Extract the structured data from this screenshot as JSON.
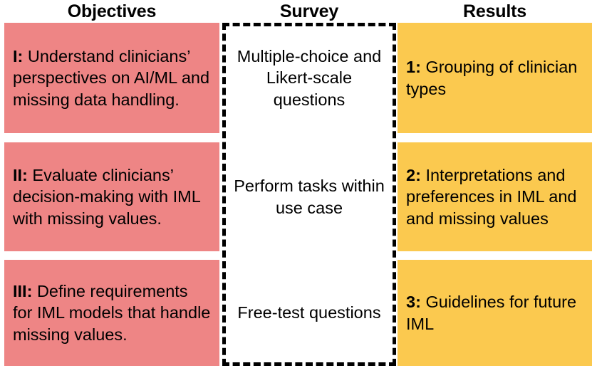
{
  "headers": {
    "objectives": "Objectives",
    "survey": "Survey",
    "results": "Results"
  },
  "colors": {
    "objectives_fill": "#EE8585",
    "results_fill": "#FBC94F",
    "survey_border": "#000000",
    "survey_fill": "#FFFFFF",
    "text": "#000000"
  },
  "rows": [
    {
      "objective": {
        "marker": "I:",
        "text": "Understand clinicians’ perspectives on AI/ML and missing data handling."
      },
      "survey": {
        "text": "Multiple-choice and Likert-scale questions"
      },
      "result": {
        "marker": "1:",
        "text": "Grouping of clinician types"
      }
    },
    {
      "objective": {
        "marker": "II:",
        "text": "Evaluate clinicians’ decision-making with IML with missing values."
      },
      "survey": {
        "text": "Perform tasks within use case"
      },
      "result": {
        "marker": "2:",
        "text": "Interpretations and preferences in IML and and missing values"
      }
    },
    {
      "objective": {
        "marker": "III:",
        "text": "Define requirements for IML models that handle missing values."
      },
      "survey": {
        "text": "Free-test questions"
      },
      "result": {
        "marker": "3:",
        "text": "Guidelines for future IML"
      }
    }
  ]
}
